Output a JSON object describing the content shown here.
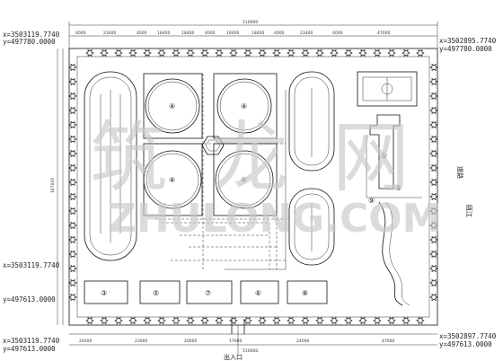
{
  "coords": {
    "top_left_x": "x=3503119.7740",
    "top_left_y": "y=497780.0000",
    "top_right_x": "x=3502895.7740",
    "top_right_y": "y=497780.0000",
    "bottom_left_x": "x=3503119.7740",
    "bottom_left_y": "y=497613.0000",
    "bottom_right_x": "x=3502897.7740",
    "bottom_right_y": "y=497613.0000"
  },
  "dimensions": {
    "overall_top": "510000",
    "overall_bottom": "510000",
    "left_height": "167000",
    "top_segments": [
      "4000",
      "23400",
      "4000",
      "18400",
      "18400",
      "4000",
      "18400",
      "18400",
      "4000",
      "23400",
      "4000",
      "47000"
    ],
    "bottom_segments": [
      "24000",
      "23000",
      "20000",
      "17000",
      "24000",
      "47000"
    ]
  },
  "units": {
    "tank_4a": "④",
    "tank_4b": "④",
    "tank_4c": "④",
    "tank_4d": "④",
    "bldg_1": "①",
    "bldg_2": "②",
    "bldg_3": "③",
    "bldg_5": "⑤",
    "bldg_6": "⑥",
    "bldg_7": "⑦",
    "bldg_8": "⑧",
    "bldg_9": "⑨"
  },
  "labels": {
    "road_right": "道路",
    "river_right": "瓯江",
    "entrance": "出入口"
  },
  "watermark": {
    "chars": [
      "筑",
      "龙",
      "网"
    ],
    "latin": "ZHULONG.COM"
  }
}
